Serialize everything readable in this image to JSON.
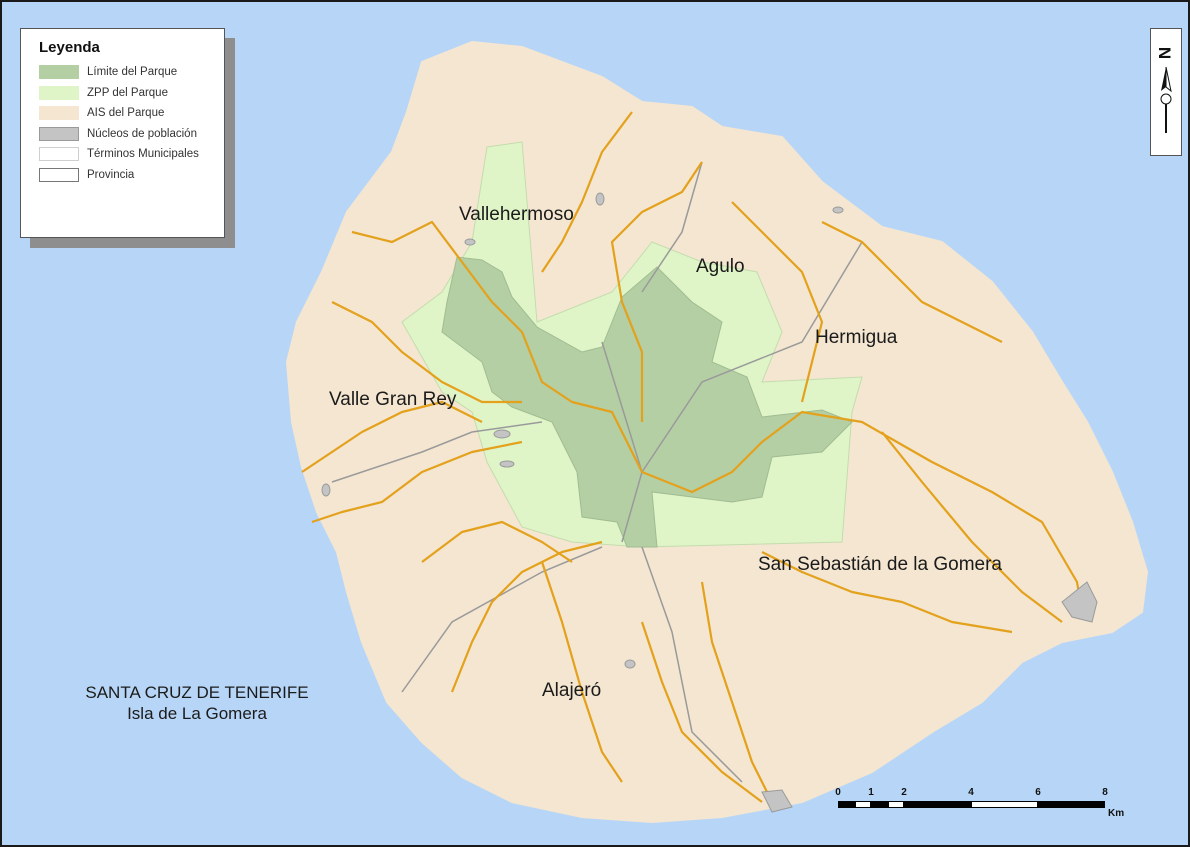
{
  "map": {
    "colors": {
      "sea": "#b7d6f7",
      "ais": "#f4e6d0",
      "zpp": "#dff5c8",
      "limite": "#b5cfa5",
      "nucleos": "#c4c4c4",
      "roads": "#e3a11c",
      "boundaries": "#9a9a9a"
    },
    "legend": {
      "title": "Leyenda",
      "items": [
        {
          "label": "Límite del Parque",
          "fill": "#b5cfa5",
          "stroke": "#b5cfa5"
        },
        {
          "label": "ZPP del Parque",
          "fill": "#dff5c8",
          "stroke": "#dff5c8"
        },
        {
          "label": "AIS del Parque",
          "fill": "#f4e6d0",
          "stroke": "#f4e6d0"
        },
        {
          "label": "Núcleos de población",
          "fill": "#c4c4c4",
          "stroke": "#9a9a9a"
        },
        {
          "label": "Términos Municipales",
          "fill": "#ffffff",
          "stroke": "#cfcfcf"
        },
        {
          "label": "Provincia",
          "fill": "#ffffff",
          "stroke": "#777777"
        }
      ]
    },
    "municipalities": {
      "vallehermoso": "Vallehermoso",
      "agulo": "Agulo",
      "hermigua": "Hermigua",
      "valle_gran_rey": "Valle Gran Rey",
      "san_sebastian": "San Sebastián de la Gomera",
      "alajero": "Alajeró"
    },
    "province": {
      "line1": "SANTA CRUZ DE TENERIFE",
      "line2": "Isla de La Gomera"
    },
    "north_arrow": {
      "letter": "N"
    },
    "scale_bar": {
      "ticks": [
        "0",
        "1",
        "2",
        "4",
        "6",
        "8"
      ],
      "unit": "Km"
    }
  }
}
